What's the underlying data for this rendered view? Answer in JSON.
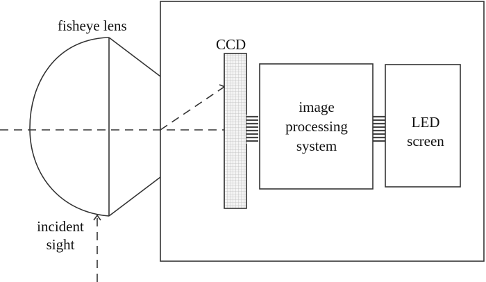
{
  "labels": {
    "fisheye_lens": "fisheye lens",
    "ccd": "CCD",
    "image_processing": [
      "image",
      "processing",
      "system"
    ],
    "led_screen": [
      "LED",
      "screen"
    ],
    "incident_sight": [
      "incident",
      "sight"
    ]
  },
  "colors": {
    "stroke": "#333333",
    "ccd_fill": "#e6e6e6"
  }
}
